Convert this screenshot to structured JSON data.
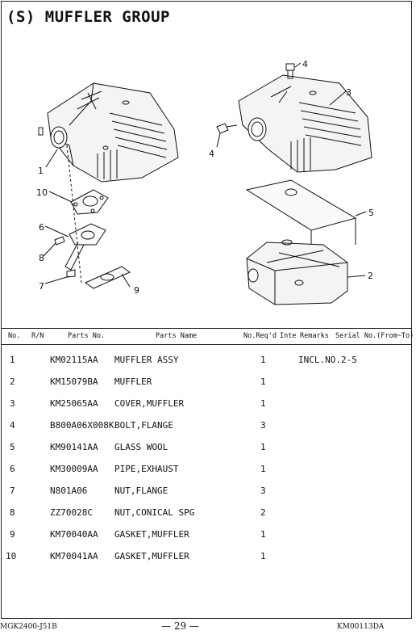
{
  "title": "(S) MUFFLER GROUP",
  "diagram": {
    "callouts": [
      "1",
      "10",
      "6",
      "8",
      "7",
      "9",
      "4",
      "3",
      "4",
      "5",
      "2"
    ]
  },
  "table": {
    "headers": {
      "no": "No.",
      "rn": "R/N",
      "parts_no": "Parts No.",
      "parts_name": "Parts Name",
      "no_reqd": "No.Req'd",
      "inte": "Inte",
      "remarks": "Remarks",
      "serial": "Serial No.(From~To)"
    },
    "rows": [
      {
        "no": "1",
        "parts_no": "KM02115AA",
        "name": "MUFFLER ASSY",
        "qty": "1",
        "remarks": "INCL.NO.2-5"
      },
      {
        "no": "2",
        "parts_no": "KM15079BA",
        "name": "MUFFLER",
        "qty": "1",
        "remarks": ""
      },
      {
        "no": "3",
        "parts_no": "KM25065AA",
        "name": "COVER,MUFFLER",
        "qty": "1",
        "remarks": ""
      },
      {
        "no": "4",
        "parts_no": "B800A06X008K",
        "name": "BOLT,FLANGE",
        "qty": "3",
        "remarks": ""
      },
      {
        "no": "5",
        "parts_no": "KM90141AA",
        "name": "GLASS WOOL",
        "qty": "1",
        "remarks": ""
      },
      {
        "no": "6",
        "parts_no": "KM30009AA",
        "name": "PIPE,EXHAUST",
        "qty": "1",
        "remarks": ""
      },
      {
        "no": "7",
        "parts_no": "N801A06",
        "name": "NUT,FLANGE",
        "qty": "3",
        "remarks": ""
      },
      {
        "no": "8",
        "parts_no": "ZZ70028C",
        "name": "NUT,CONICAL SPG",
        "qty": "2",
        "remarks": ""
      },
      {
        "no": "9",
        "parts_no": "KM70040AA",
        "name": "GASKET,MUFFLER",
        "qty": "1",
        "remarks": ""
      },
      {
        "no": "10",
        "parts_no": "KM70041AA",
        "name": "GASKET,MUFFLER",
        "qty": "1",
        "remarks": ""
      }
    ]
  },
  "footer": {
    "left": "MGK2400-J51B",
    "page": "— 29 —",
    "right": "KM00113DA"
  }
}
